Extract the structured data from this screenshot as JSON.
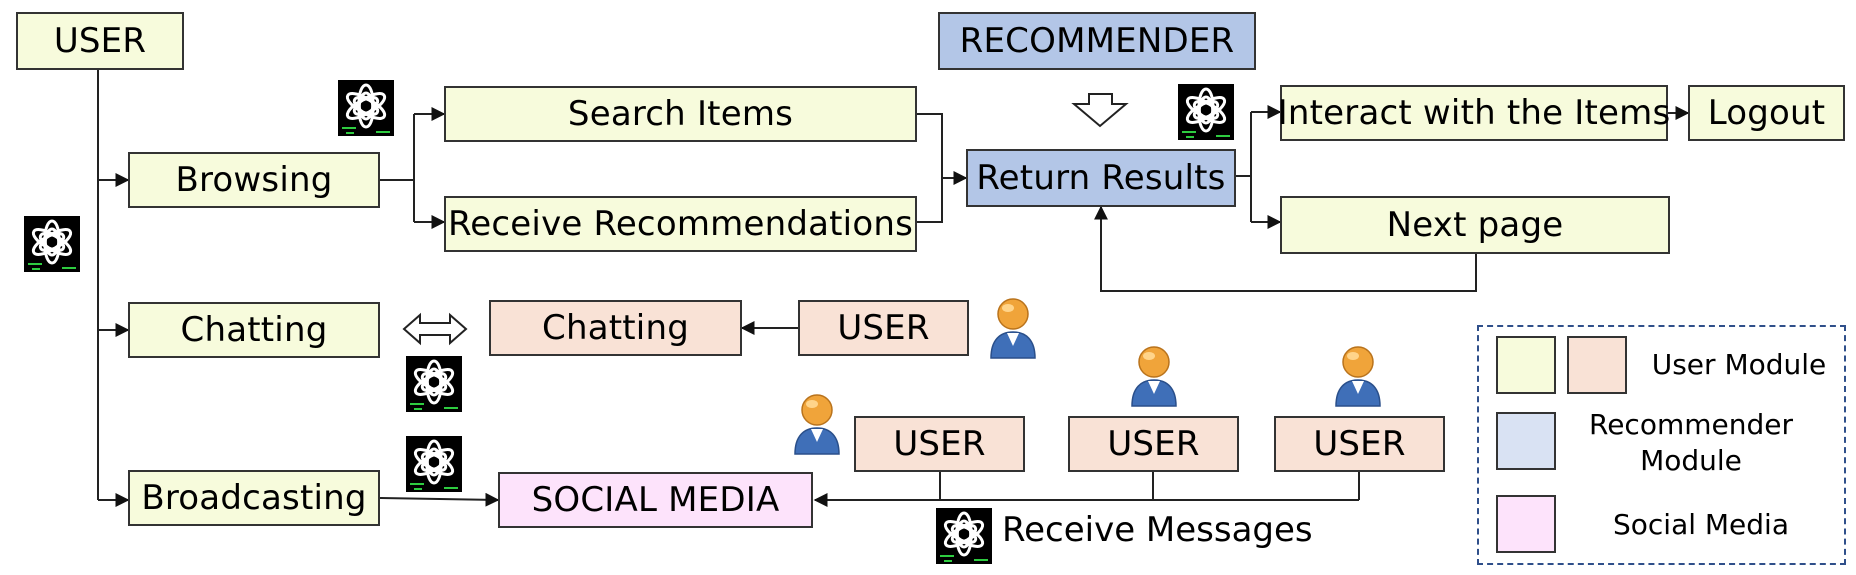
{
  "nodes": {
    "user_top": "USER",
    "recommender": "RECOMMENDER",
    "browsing": "Browsing",
    "search_items": "Search Items",
    "receive_recommendations": "Receive Recommendations",
    "return_results": "Return Results",
    "interact_items": "Interact with the Items",
    "logout": "Logout",
    "next_page": "Next page",
    "chatting_left": "Chatting",
    "chatting_right": "Chatting",
    "user_chat": "USER",
    "broadcasting": "Broadcasting",
    "social_media": "SOCIAL MEDIA",
    "user_1": "USER",
    "user_2": "USER",
    "user_3": "USER",
    "receive_messages": "Receive Messages"
  },
  "legend": {
    "user_module": "User Module",
    "recommender_module": "Recommender\nModule",
    "social_media": "Social Media"
  },
  "colors": {
    "user_module": "#f7fbdc",
    "user_module_alt": "#f9e2d6",
    "recommender_module": "#b3c6e7",
    "social_media": "#fde3fb"
  },
  "icons": [
    "openai-logo-icon",
    "person-icon",
    "hollow-down-arrow-icon",
    "double-arrow-icon"
  ]
}
